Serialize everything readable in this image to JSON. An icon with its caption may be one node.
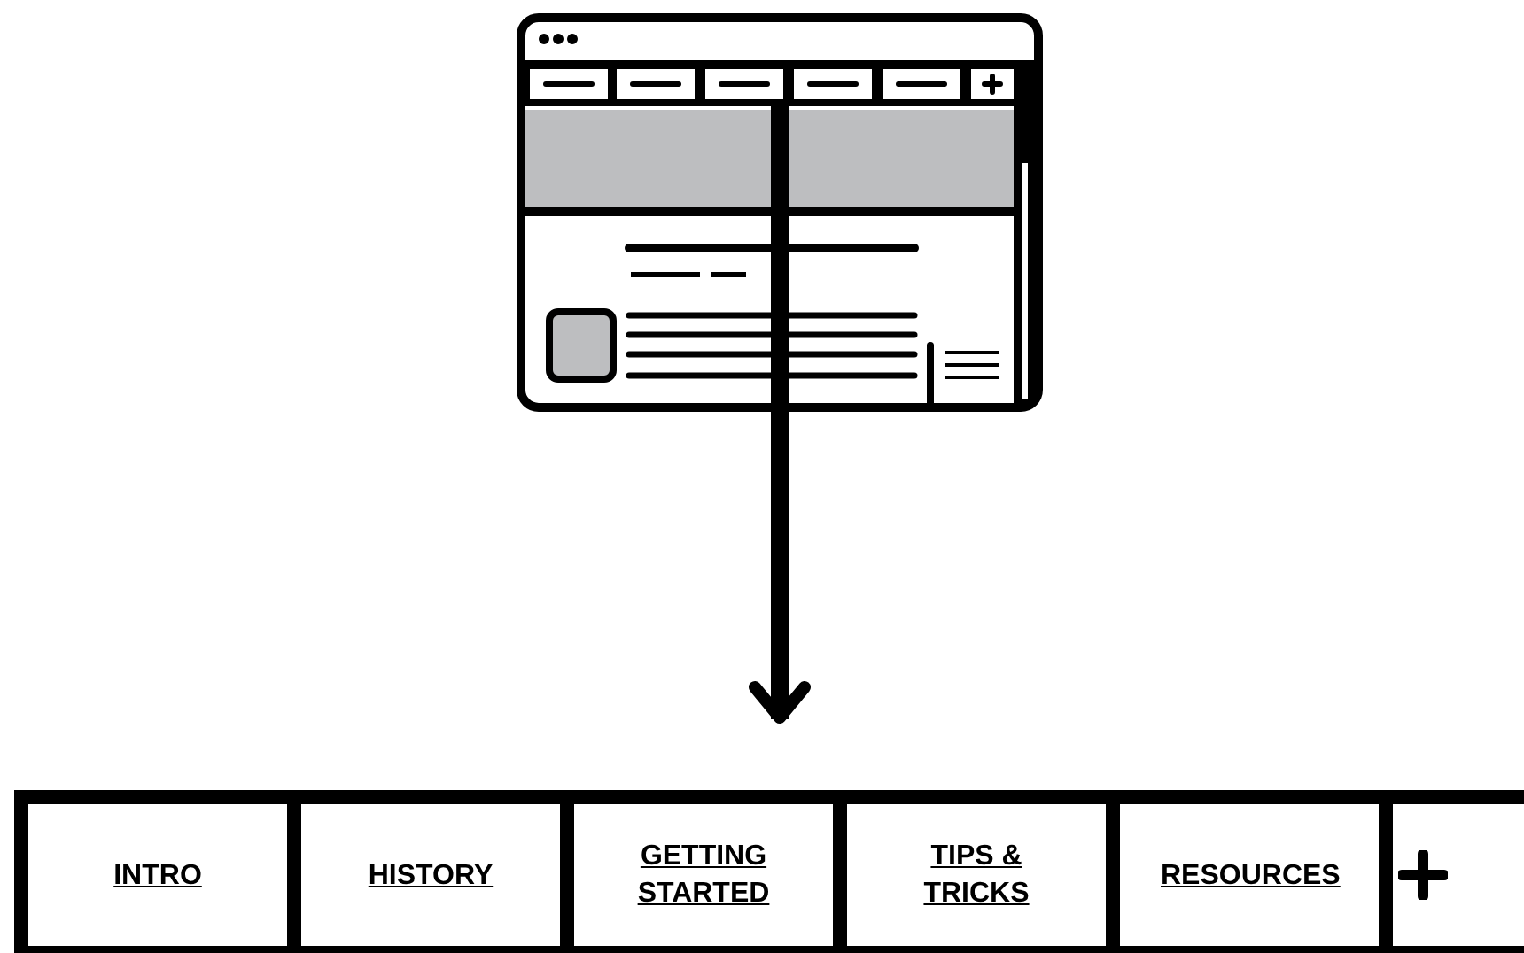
{
  "diagram": {
    "nodes": [
      {
        "text": [],
        "shape": "picture"
      },
      {
        "text": [],
        "shape": "bar"
      },
      {
        "text": [
          "INTRO"
        ],
        "in": 1
      },
      {
        "text": [
          "HISTORY"
        ],
        "in": 1
      },
      {
        "text": [
          "GETTING STARTED"
        ],
        "in": 1
      },
      {
        "text": [
          "TIPS & TRICKS"
        ],
        "in": 1
      },
      {
        "text": [
          "RESOURCES"
        ],
        "in": 1
      },
      {
        "text": [],
        "shape": "box",
        "in": 1
      }
    ],
    "edges": [
      {
        "from": 0,
        "to": 1,
        "arrow": "to"
      }
    ]
  }
}
